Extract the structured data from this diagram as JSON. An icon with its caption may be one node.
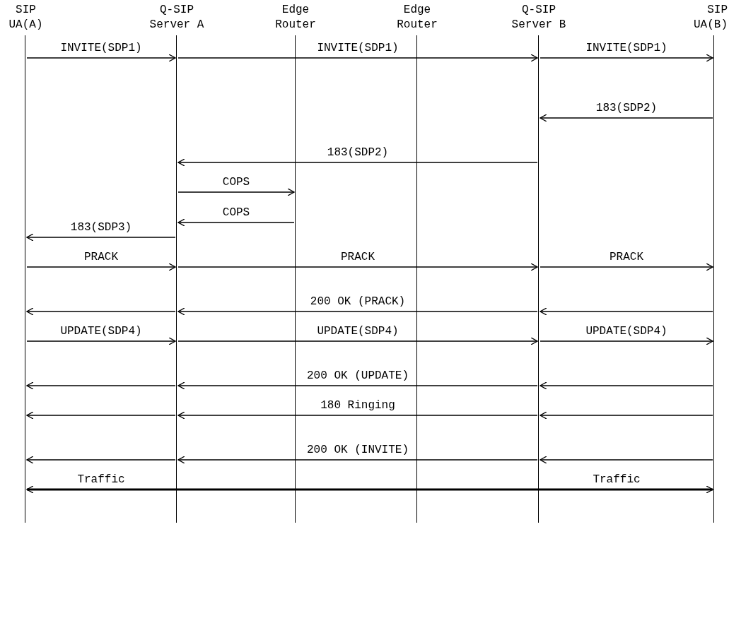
{
  "diagram": {
    "nodes": [
      {
        "text": [
          "SIP UA(A)"
        ]
      },
      {
        "text": [
          "Q-SIP Server A"
        ]
      },
      {
        "text": [
          "Edge Router"
        ]
      },
      {
        "text": [
          "Edge Router"
        ]
      },
      {
        "text": [
          "Q-SIP Server B"
        ]
      },
      {
        "text": [
          "SIP UA(B)"
        ]
      }
    ],
    "edges": [
      {
        "from": 0,
        "to": 1,
        "arrow": "to",
        "label": "INVITE(SDP1)"
      },
      {
        "from": 1,
        "to": 4,
        "arrow": "to",
        "label": "INVITE(SDP1)"
      },
      {
        "from": 4,
        "to": 5,
        "arrow": "to",
        "label": "INVITE(SDP1)"
      },
      {
        "from": 5,
        "to": 4,
        "arrow": "to",
        "label": "183(SDP2)"
      },
      {
        "from": 4,
        "to": 1,
        "arrow": "to",
        "label": "183(SDP2)"
      },
      {
        "from": 1,
        "to": 2,
        "arrow": "to",
        "label": "COPS"
      },
      {
        "from": 2,
        "to": 1,
        "arrow": "to",
        "label": "COPS"
      },
      {
        "from": 1,
        "to": 0,
        "arrow": "to",
        "label": "183(SDP3)"
      },
      {
        "from": 0,
        "to": 1,
        "arrow": "to",
        "label": "PRACK"
      },
      {
        "from": 1,
        "to": 4,
        "arrow": "to",
        "label": "PRACK"
      },
      {
        "from": 4,
        "to": 5,
        "arrow": "to",
        "label": "PRACK"
      },
      {
        "from": 1,
        "to": 0,
        "arrow": "to"
      },
      {
        "from": 4,
        "to": 1,
        "arrow": "to",
        "label": "200 OK (PRACK)"
      },
      {
        "from": 5,
        "to": 4,
        "arrow": "to"
      },
      {
        "from": 0,
        "to": 1,
        "arrow": "to",
        "label": "UPDATE(SDP4)"
      },
      {
        "from": 1,
        "to": 4,
        "arrow": "to",
        "label": "UPDATE(SDP4)"
      },
      {
        "from": 4,
        "to": 5,
        "arrow": "to",
        "label": "UPDATE(SDP4)"
      },
      {
        "from": 1,
        "to": 0,
        "arrow": "to"
      },
      {
        "from": 4,
        "to": 1,
        "arrow": "to",
        "label": "200 OK (UPDATE)"
      },
      {
        "from": 5,
        "to": 4,
        "arrow": "to"
      },
      {
        "from": 1,
        "to": 0,
        "arrow": "to"
      },
      {
        "from": 4,
        "to": 1,
        "arrow": "to",
        "label": "180 Ringing"
      },
      {
        "from": 5,
        "to": 4,
        "arrow": "to"
      },
      {
        "from": 1,
        "to": 0,
        "arrow": "to"
      },
      {
        "from": 4,
        "to": 1,
        "arrow": "to",
        "label": "200 OK (INVITE)"
      },
      {
        "from": 5,
        "to": 4,
        "arrow": "to"
      },
      {
        "from": 0,
        "to": 5,
        "arrow": "both",
        "label": "Traffic",
        "style": "thick"
      }
    ],
    "labels": [
      "Traffic"
    ]
  }
}
